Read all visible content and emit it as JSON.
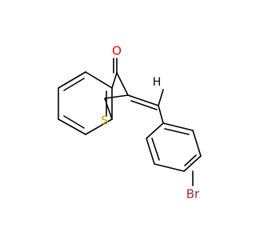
{
  "molecule": {
    "atoms": {
      "oxygen": {
        "symbol": "O",
        "color": "#ff0000"
      },
      "sulfur": {
        "symbol": "S",
        "color": "#c8a000"
      },
      "bromine": {
        "symbol": "Br",
        "color": "#a52a2a"
      },
      "hydrogen": {
        "symbol": "H",
        "color": "#000000"
      }
    },
    "bond_color": "#000000",
    "background": "#ffffff"
  }
}
